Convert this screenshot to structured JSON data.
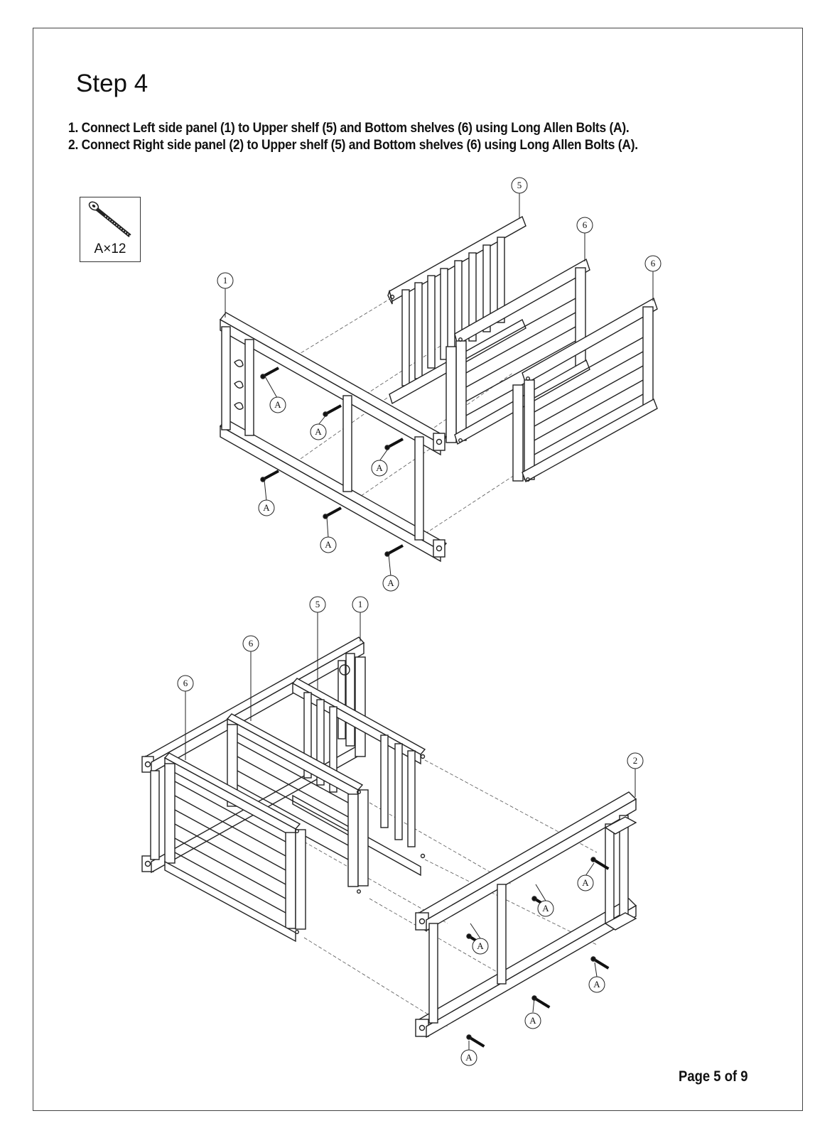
{
  "step_title": "Step 4",
  "instructions": [
    "1. Connect Left side panel (1) to Upper shelf (5) and Bottom shelves (6) using Long Allen Bolts (A).",
    "2. Connect Right side panel (2) to Upper shelf (5) and Bottom shelves (6) using Long Allen Bolts (A)."
  ],
  "hardware": {
    "label": "A×12",
    "icon": "allen-bolt-icon"
  },
  "callouts": {
    "part_1": "1",
    "part_2": "2",
    "part_5": "5",
    "part_6": "6",
    "bolt_a": "A"
  },
  "page_number": "Page 5 of 9"
}
